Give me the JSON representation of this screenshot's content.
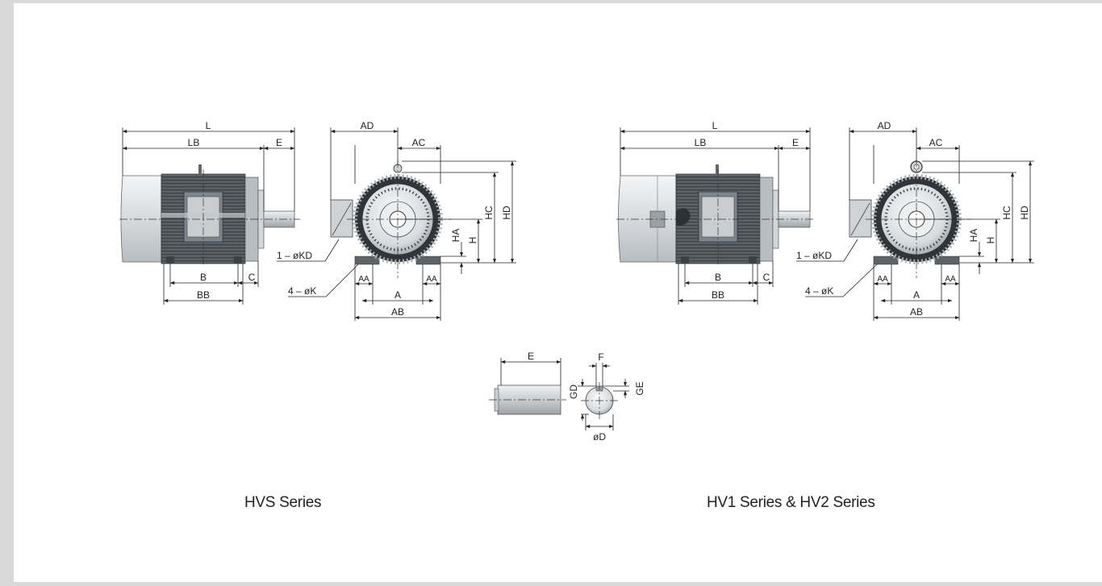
{
  "captions": {
    "left": "HVS Series",
    "right": "HV1 Series & HV2 Series"
  },
  "side_labels": {
    "L": "L",
    "LB": "LB",
    "E": "E",
    "B": "B",
    "C": "C",
    "BB": "BB"
  },
  "front_labels": {
    "AD": "AD",
    "AC": "AC",
    "HC": "HC",
    "HD": "HD",
    "HA": "HA",
    "H": "H",
    "KD": "1 – øKD",
    "K": "4 – øK",
    "AA": "AA",
    "A": "A",
    "AB": "AB"
  },
  "shaft_labels": {
    "E": "E",
    "F": "F",
    "GD": "GD",
    "GE": "GE",
    "D": "øD"
  },
  "colors": {
    "frame": "#4a5258",
    "frame_light": "#8a9399",
    "cover": "#e6e8ea",
    "line": "#222222"
  }
}
